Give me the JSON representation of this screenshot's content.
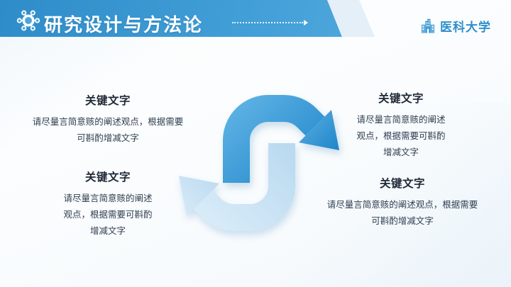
{
  "header": {
    "title": "研究设计与方法论",
    "icon": "molecule-network-icon"
  },
  "logo": {
    "icon": "university-building-icon",
    "name": "医科大学"
  },
  "blocks": [
    {
      "position": "top-left",
      "heading": "关键文字",
      "body_lines": [
        "请尽量言简意赅的阐述观点，根据需要",
        "可斟酌增减文字"
      ]
    },
    {
      "position": "top-right",
      "heading": "关键文字",
      "body_lines": [
        "请尽量言简意赅的阐述",
        "观点，根据需要可斟酌",
        "增减文字"
      ]
    },
    {
      "position": "bottom-left",
      "heading": "关键文字",
      "body_lines": [
        "请尽量言简意赅的阐述",
        "观点，根据需要可斟酌",
        "增减文字"
      ]
    },
    {
      "position": "bottom-right",
      "heading": "关键文字",
      "body_lines": [
        "请尽量言简意赅的阐述观点，根据需要",
        "可斟酌增减文字"
      ]
    }
  ],
  "diagram": {
    "type": "cycle-arrows",
    "arrows": [
      {
        "name": "clockwise-arrow-dark",
        "points": "down-right",
        "color_start": "#5BB0E3",
        "color_end": "#1F85C9"
      },
      {
        "name": "counterclockwise-arrow-light",
        "points": "up-left",
        "color_start": "#BBDAF0",
        "color_end": "#D8EBF8"
      }
    ]
  },
  "colors": {
    "banner_start": "#2E8CC9",
    "banner_end": "#5FB2E4",
    "banner_strip": "#DEEBF5",
    "logo_text": "#2E8FCC",
    "heading_text": "#1F2937",
    "body_text": "#2F3E50"
  }
}
